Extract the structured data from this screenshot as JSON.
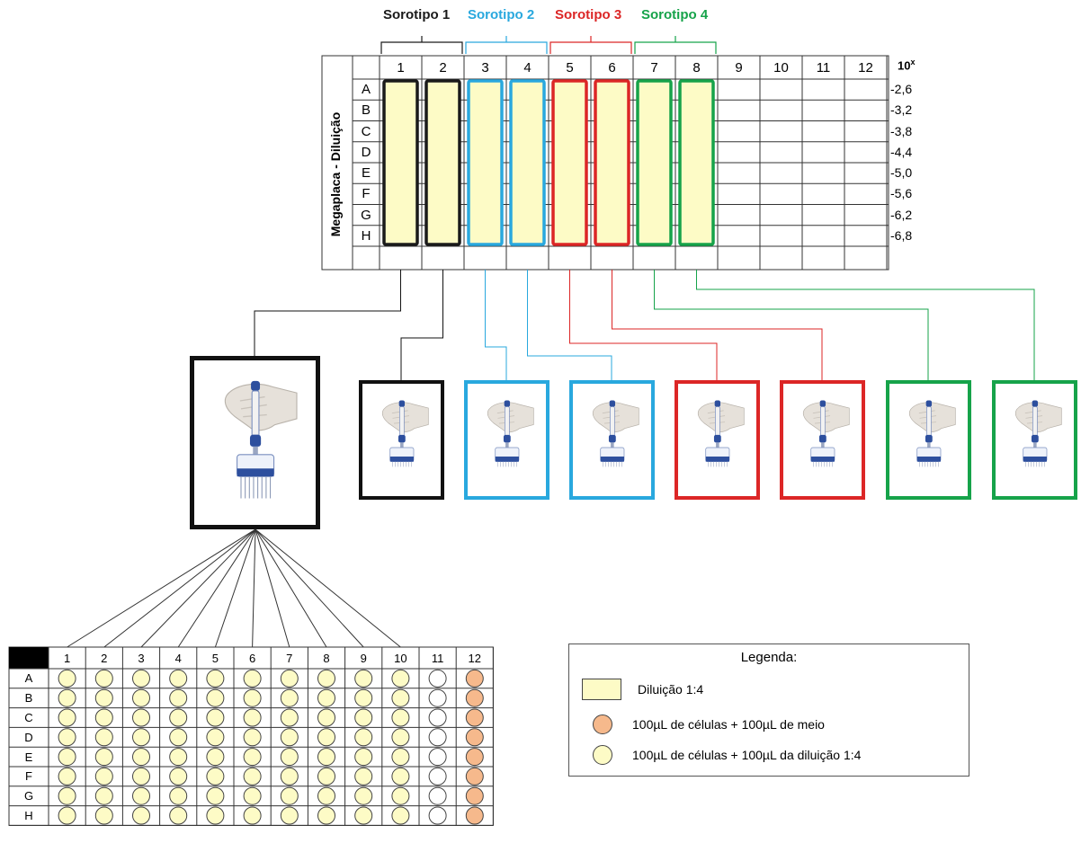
{
  "serotypes": [
    {
      "label": "Sorotipo 1",
      "color": "#1a1a1a",
      "columns": [
        1,
        2
      ]
    },
    {
      "label": "Sorotipo 2",
      "color": "#29a8de",
      "columns": [
        3,
        4
      ]
    },
    {
      "label": "Sorotipo 3",
      "color": "#dc2626",
      "columns": [
        5,
        6
      ]
    },
    {
      "label": "Sorotipo 4",
      "color": "#16a34a",
      "columns": [
        7,
        8
      ]
    }
  ],
  "megaplate": {
    "side_label": "Megaplaca - Diluição",
    "columns": [
      "1",
      "2",
      "3",
      "4",
      "5",
      "6",
      "7",
      "8",
      "9",
      "10",
      "11",
      "12"
    ],
    "rows": [
      "A",
      "B",
      "C",
      "D",
      "E",
      "F",
      "G",
      "H"
    ],
    "exponent_header_base": "10",
    "exponent_header_sup": "x",
    "dilutions": [
      "-2,6",
      "-3,2",
      "-3,8",
      "-4,4",
      "-5,0",
      "-5,6",
      "-6,2",
      "-6,8"
    ],
    "well_fill": "#fdfbc6"
  },
  "pipettes": {
    "multichannel_icon": "multichannel-pipette-icon",
    "single_icon": "pipette-icon"
  },
  "plate96": {
    "columns": [
      "1",
      "2",
      "3",
      "4",
      "5",
      "6",
      "7",
      "8",
      "9",
      "10",
      "11",
      "12"
    ],
    "rows": [
      "A",
      "B",
      "C",
      "D",
      "E",
      "F",
      "G",
      "H"
    ],
    "well_colors": {
      "dilution": "#fdfbc6",
      "medium": "#f6b98c",
      "empty": "#ffffff"
    },
    "column_types": [
      "dilution",
      "dilution",
      "dilution",
      "dilution",
      "dilution",
      "dilution",
      "dilution",
      "dilution",
      "dilution",
      "dilution",
      "empty",
      "medium"
    ]
  },
  "legend": {
    "title": "Legenda:",
    "items": [
      {
        "label": "Diluição 1:4",
        "swatch": "square",
        "color": "#fdfbc6"
      },
      {
        "label": "100µL de células + 100µL de meio",
        "swatch": "circle",
        "color": "#f6b98c"
      },
      {
        "label": "100µL de células + 100µL da diluição 1:4",
        "swatch": "circle",
        "color": "#fdfbc6"
      }
    ]
  }
}
